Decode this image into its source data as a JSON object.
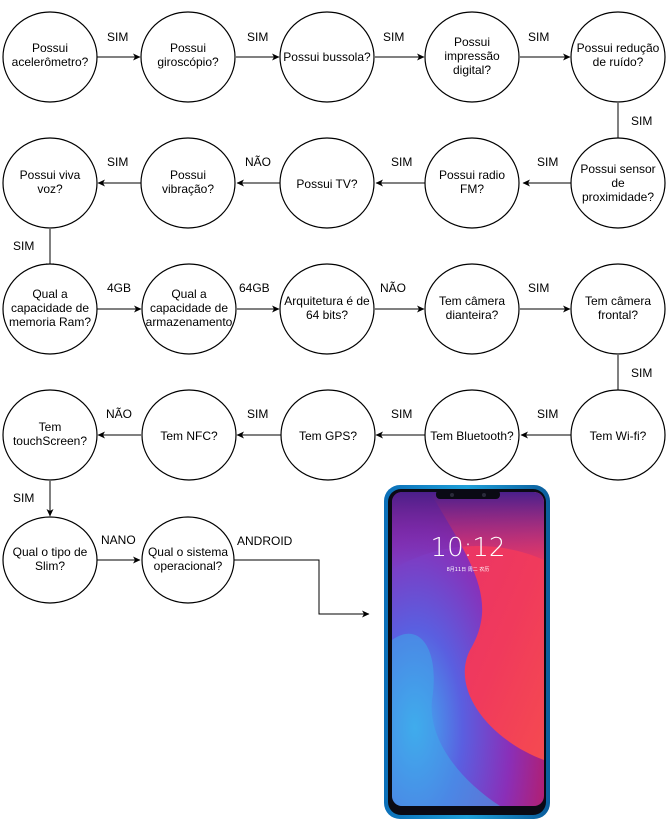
{
  "nodes": {
    "n1": "Possui acelerômetro?",
    "n2": "Possui giroscópio?",
    "n3": "Possui bussola?",
    "n4": "Possui impressão digital?",
    "n5": "Possui redução de ruído?",
    "n6": "Possui sensor de proximidade?",
    "n7": "Possui radio FM?",
    "n8": "Possui TV?",
    "n9": "Possui vibração?",
    "n10": "Possui viva voz?",
    "n11": "Qual a capacidade de memoria Ram?",
    "n12": "Qual a capacidade de armazenamento",
    "n13": "Arquitetura é de 64 bits?",
    "n14": "Tem câmera dianteira?",
    "n15": "Tem câmera frontal?",
    "n16": "Tem Wi-fi?",
    "n17": "Tem Bluetooth?",
    "n18": "Tem GPS?",
    "n19": "Tem NFC?",
    "n20": "Tem touchScreen?",
    "n21": "Qual o tipo de Slim?",
    "n22": "Qual o sistema operacional?"
  },
  "edges": {
    "e1": "SIM",
    "e2": "SIM",
    "e3": "SIM",
    "e4": "SIM",
    "e5": "SIM",
    "e6": "SIM",
    "e7": "SIM",
    "e8": "NÃO",
    "e9": "SIM",
    "e10": "SIM",
    "e11": "4GB",
    "e12": "64GB",
    "e13": "NÃO",
    "e14": "SIM",
    "e15": "SIM",
    "e16": "SIM",
    "e17": "SIM",
    "e18": "SIM",
    "e19": "NÃO",
    "e20": "SIM",
    "e21": "NANO",
    "e22": "ANDROID"
  },
  "phone": {
    "clock": "10:12",
    "date": "8月11日 周二 农历"
  }
}
